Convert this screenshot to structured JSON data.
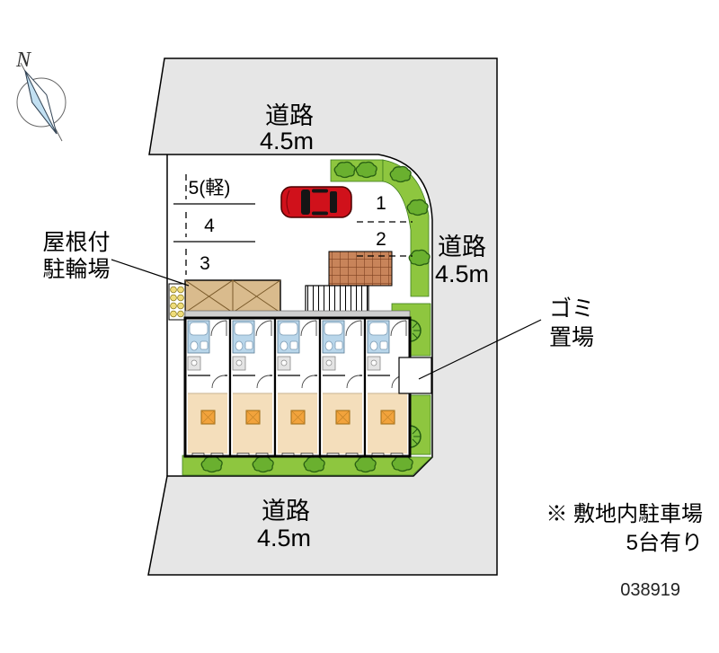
{
  "meta": {
    "plan_number": "038919"
  },
  "compass": {
    "north_label": "N"
  },
  "roads": {
    "top": {
      "name": "道路",
      "width": "4.5m"
    },
    "right": {
      "name": "道路",
      "width": "4.5m"
    },
    "bottom": {
      "name": "道路",
      "width": "4.5m"
    }
  },
  "parking": {
    "spaces": [
      {
        "label": "1"
      },
      {
        "label": "2"
      },
      {
        "label": "3"
      },
      {
        "label": "4"
      },
      {
        "label": "5(軽)"
      }
    ]
  },
  "labels": {
    "bicycle_shed": {
      "line1": "屋根付",
      "line2": "駐輪場"
    },
    "garbage": {
      "line1": "ゴミ",
      "line2": "置場"
    }
  },
  "notes": {
    "line1": "※ 敷地内駐車場",
    "line2": "5台有り"
  },
  "colors": {
    "road": "#e6e6e6",
    "site": "#ffffff",
    "greenery": "#8ec63f",
    "bush_fill": "#6ab02f",
    "brick": "#c8845a",
    "shed": "#d9bb8d",
    "bath": "#b9d6ea",
    "floor": "#f4debb",
    "accent_orange": "#f2a33c",
    "car": "#d0111b"
  }
}
